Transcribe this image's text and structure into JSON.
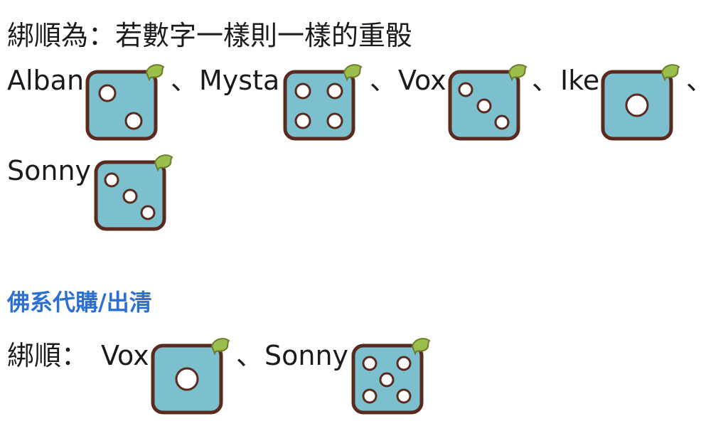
{
  "post": {
    "rule_text": "綁順為：若數字一樣則一樣的重骰",
    "order": [
      {
        "name": "Alban",
        "die": 2,
        "sep": "、"
      },
      {
        "name": "Mysta",
        "die": 4,
        "sep": "、"
      },
      {
        "name": "Vox",
        "die": 3,
        "sep": "、"
      },
      {
        "name": "Ike",
        "die": 1,
        "sep": "、"
      },
      {
        "name": "Sonny",
        "die": 3,
        "sep": ""
      }
    ],
    "section_title": "佛系代購/出清",
    "bind_label": "綁順：",
    "bind_order": [
      {
        "name": "Vox",
        "die": 1,
        "sep": "、"
      },
      {
        "name": "Sonny",
        "die": 5,
        "sep": ""
      }
    ]
  },
  "colors": {
    "text": "#1b1b1f",
    "link": "#2d6fd2",
    "die_face": "#7cc0cf",
    "die_border": "#5a2a1e",
    "leaf": "#9bbf4c"
  },
  "icons": {
    "die": "dice-emoji-icon"
  }
}
